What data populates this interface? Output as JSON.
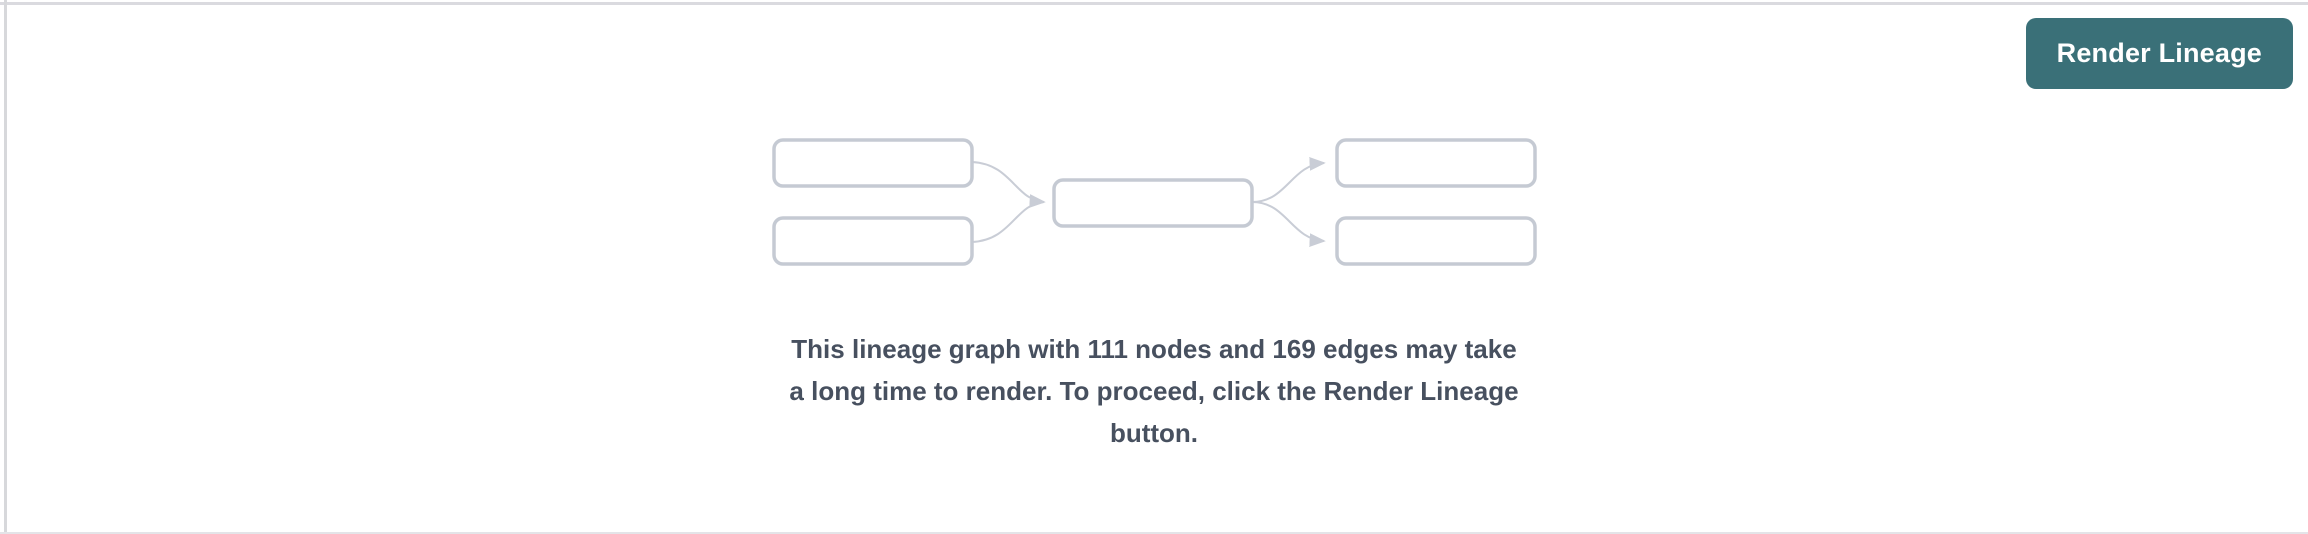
{
  "pane": {
    "background": "#ffffff",
    "border_color": "#d7d8db"
  },
  "header": {
    "render_button": {
      "label": "Render Lineage",
      "background": "#3a7078",
      "text_color": "#ffffff"
    }
  },
  "empty_state": {
    "graph_preview": {
      "icon": "lineage-graph-icon",
      "node_fill": "#ffffff",
      "node_border_color": "#c5cad3",
      "edge_color": "#c9cdd6"
    },
    "message": {
      "text": "This lineage graph with 111 nodes and 169 edges may take a long time to render. To proceed, click the Render Lineage button.",
      "lines": [
        "This lineage graph with 111 nodes and 169 edges may take",
        "a long time to render. To proceed, click the Render Lineage",
        "button."
      ],
      "node_count": "111",
      "edge_count": "169",
      "text_color": "#47505f"
    }
  }
}
